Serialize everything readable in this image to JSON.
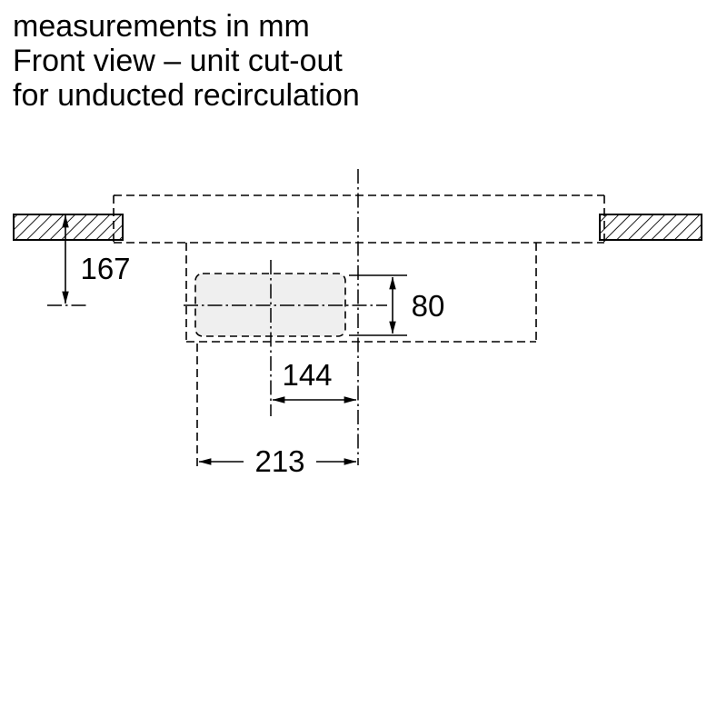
{
  "title": {
    "line1": "measurements in mm",
    "line2": "Front view – unit cut-out",
    "line3": "for unducted recirculation"
  },
  "dimensions": {
    "worktop_top_to_cutout_center_mm": "167",
    "cutout_height_mm": "80",
    "cutout_center_to_unit_centerline_mm": "144",
    "cutout_left_to_unit_centerline_mm": "213"
  },
  "units": "mm",
  "colors": {
    "line": "#000000",
    "cutout_fill": "#efefef",
    "background": "#ffffff"
  }
}
